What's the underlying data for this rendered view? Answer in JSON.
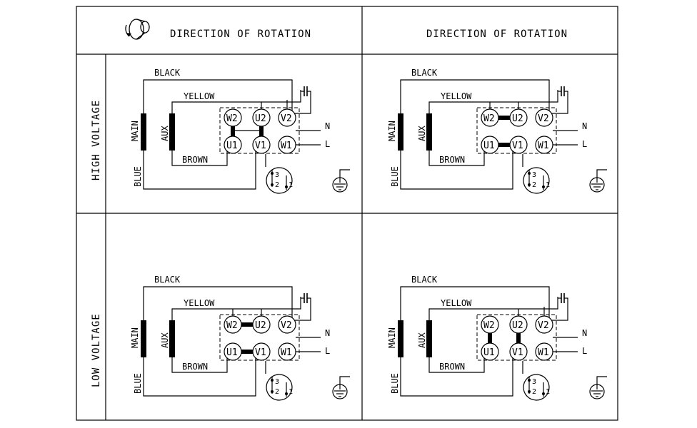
{
  "header": {
    "col1_title": "DIRECTION OF ROTATION",
    "col2_title": "DIRECTION OF ROTATION"
  },
  "rows": {
    "high_label": "HIGH VOLTAGE",
    "low_label": "LOW VOLTAGE"
  },
  "wire_labels": {
    "black": "BLACK",
    "yellow": "YELLOW",
    "brown": "BROWN",
    "blue": "BLUE",
    "main": "MAIN",
    "aux": "AUX"
  },
  "terminals": {
    "w2": "W2",
    "u2": "U2",
    "v2": "V2",
    "u1": "U1",
    "v1": "V1",
    "w1": "W1"
  },
  "supply": {
    "n": "N",
    "l": "L"
  },
  "thermal": {
    "t3": "3",
    "t2": "2",
    "t1": "1"
  },
  "icons": [
    "rotation-arrow-icon",
    "ground-icon",
    "capacitor-icon",
    "thermal-protector-icon"
  ]
}
